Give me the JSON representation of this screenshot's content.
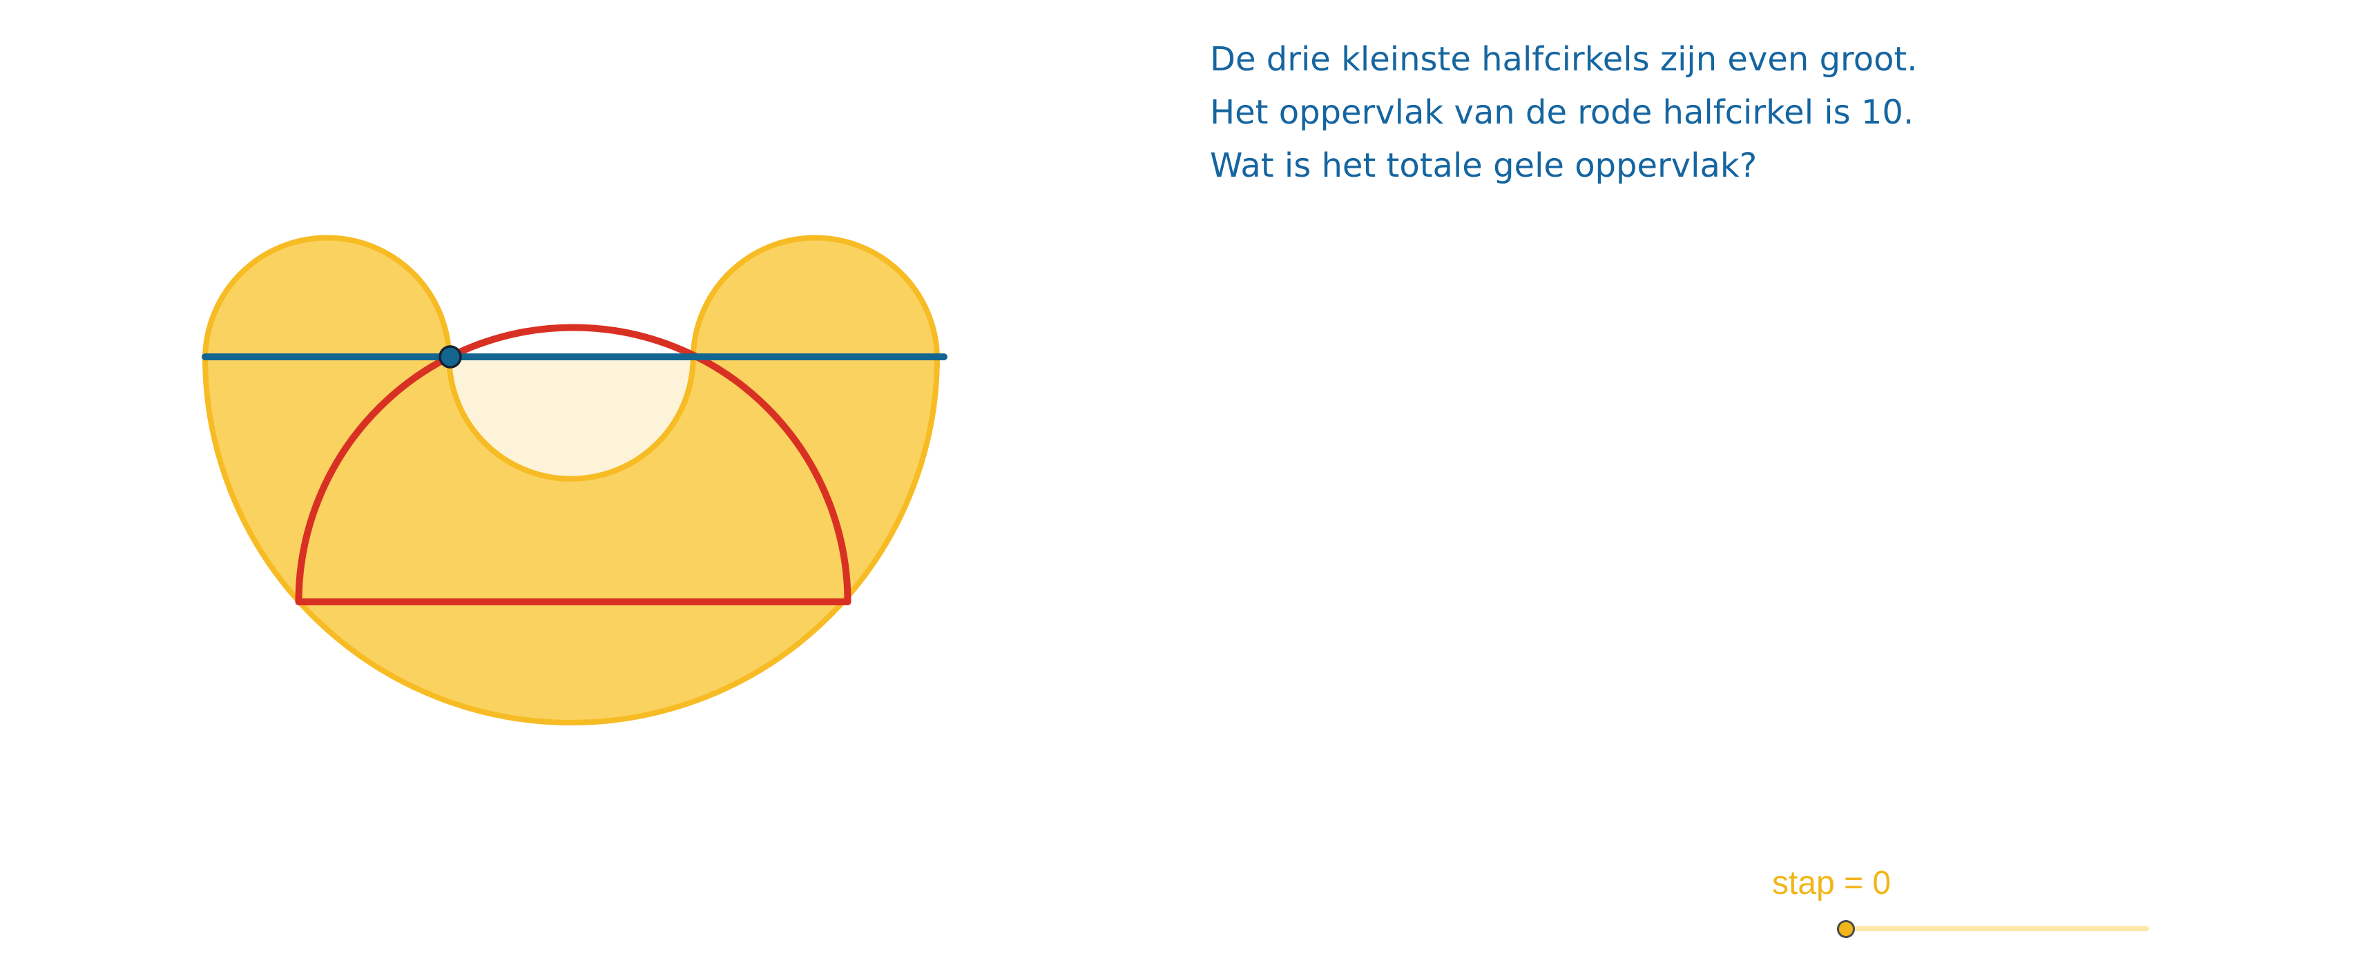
{
  "problem": {
    "lines": [
      "De drie kleinste halfcirkels zijn even groot.",
      "Het oppervlak van de rode halfcirkel is 10.",
      "Wat is het totale gele oppervlak?"
    ]
  },
  "slider": {
    "label": "stap = 0",
    "value": 0
  },
  "colors": {
    "text": "#1565a0",
    "yellow_fill": "#fad25f",
    "yellow_stroke": "#f7bb24",
    "hole_fill": "#fdf3d8",
    "red": "#d93024",
    "blue": "#12668f",
    "slider_accent": "#f2b61a",
    "slider_track": "#fde7a6"
  }
}
